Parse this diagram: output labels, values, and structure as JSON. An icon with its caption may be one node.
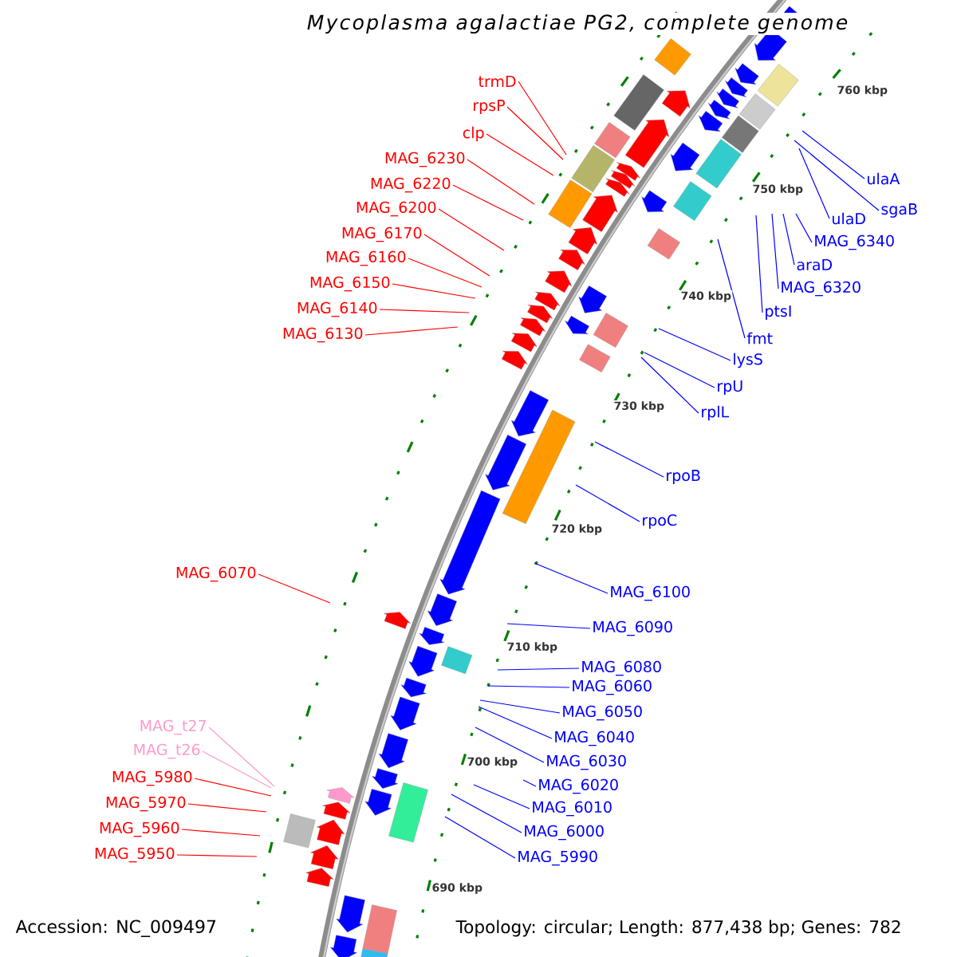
{
  "diagram": {
    "title": "Mycoplasma agalactiae PG2, complete genome",
    "nodes": [
      {
        "text": [
          "trmD"
        ]
      },
      {
        "text": [
          "rpsP"
        ]
      },
      {
        "text": [
          "clp"
        ]
      },
      {
        "text": [
          "MAG_6230"
        ]
      },
      {
        "text": [
          "MAG_6220"
        ]
      },
      {
        "text": [
          "MAG_6200"
        ]
      },
      {
        "text": [
          "MAG_6170"
        ]
      },
      {
        "text": [
          "MAG_6160"
        ]
      },
      {
        "text": [
          "MAG_6150"
        ]
      },
      {
        "text": [
          "MAG_6140"
        ]
      },
      {
        "text": [
          "MAG_6130"
        ]
      },
      {
        "text": [
          "MAG_6070"
        ]
      },
      {
        "text": [
          "MAG_t27"
        ]
      },
      {
        "text": [
          "MAG_t26"
        ]
      },
      {
        "text": [
          "MAG_5980"
        ]
      },
      {
        "text": [
          "MAG_5970"
        ]
      },
      {
        "text": [
          "MAG_5960"
        ]
      },
      {
        "text": [
          "MAG_5950"
        ]
      },
      {
        "text": [
          "ulaA"
        ]
      },
      {
        "text": [
          "sgaB"
        ]
      },
      {
        "text": [
          "ulaD"
        ]
      },
      {
        "text": [
          "MAG_6340"
        ]
      },
      {
        "text": [
          "araD"
        ]
      },
      {
        "text": [
          "MAG_6320"
        ]
      },
      {
        "text": [
          "ptsI"
        ]
      },
      {
        "text": [
          "fmt"
        ]
      },
      {
        "text": [
          "lysS"
        ]
      },
      {
        "text": [
          "rpU"
        ]
      },
      {
        "text": [
          "rplL"
        ]
      },
      {
        "text": [
          "rpoB"
        ]
      },
      {
        "text": [
          "rpoC"
        ]
      },
      {
        "text": [
          "MAG_6100"
        ]
      },
      {
        "text": [
          "MAG_6090"
        ]
      },
      {
        "text": [
          "MAG_6080"
        ]
      },
      {
        "text": [
          "MAG_6060"
        ]
      },
      {
        "text": [
          "MAG_6050"
        ]
      },
      {
        "text": [
          "MAG_6040"
        ]
      },
      {
        "text": [
          "MAG_6030"
        ]
      },
      {
        "text": [
          "MAG_6020"
        ]
      },
      {
        "text": [
          "MAG_6010"
        ]
      },
      {
        "text": [
          "MAG_6000"
        ]
      },
      {
        "text": [
          "MAG_5990"
        ]
      }
    ],
    "edges": [
      {
        "from": 0,
        "to": null,
        "arrow": "none",
        "color": "#ff0000"
      },
      {
        "from": 1,
        "to": null,
        "arrow": "none",
        "color": "#ff0000"
      },
      {
        "from": 2,
        "to": null,
        "arrow": "none",
        "color": "#ff0000"
      },
      {
        "from": 3,
        "to": null,
        "arrow": "none",
        "color": "#ff0000"
      },
      {
        "from": 4,
        "to": null,
        "arrow": "none",
        "color": "#ff0000"
      },
      {
        "from": 5,
        "to": null,
        "arrow": "none",
        "color": "#ff0000"
      },
      {
        "from": 6,
        "to": null,
        "arrow": "none",
        "color": "#ff0000"
      },
      {
        "from": 7,
        "to": null,
        "arrow": "none",
        "color": "#ff0000"
      },
      {
        "from": 8,
        "to": null,
        "arrow": "none",
        "color": "#ff0000"
      },
      {
        "from": 9,
        "to": null,
        "arrow": "none",
        "color": "#ff0000"
      },
      {
        "from": 10,
        "to": null,
        "arrow": "none",
        "color": "#ff0000"
      },
      {
        "from": 11,
        "to": null,
        "arrow": "none",
        "color": "#ff0000"
      },
      {
        "from": 12,
        "to": null,
        "arrow": "none",
        "color": "#ff99cc"
      },
      {
        "from": 13,
        "to": null,
        "arrow": "none",
        "color": "#ff99cc"
      },
      {
        "from": 14,
        "to": null,
        "arrow": "none",
        "color": "#ff0000"
      },
      {
        "from": 15,
        "to": null,
        "arrow": "none",
        "color": "#ff0000"
      },
      {
        "from": 16,
        "to": null,
        "arrow": "none",
        "color": "#ff0000"
      },
      {
        "from": 17,
        "to": null,
        "arrow": "none",
        "color": "#ff0000"
      },
      {
        "from": 18,
        "to": null,
        "arrow": "none"
      },
      {
        "from": 19,
        "to": null,
        "arrow": "none"
      },
      {
        "from": 20,
        "to": null,
        "arrow": "none"
      },
      {
        "from": 21,
        "to": null,
        "arrow": "none"
      },
      {
        "from": 22,
        "to": null,
        "arrow": "none"
      },
      {
        "from": 23,
        "to": null,
        "arrow": "none"
      },
      {
        "from": 24,
        "to": null,
        "arrow": "none"
      },
      {
        "from": 25,
        "to": null,
        "arrow": "none"
      },
      {
        "from": 26,
        "to": null,
        "arrow": "none"
      },
      {
        "from": 27,
        "to": null,
        "arrow": "none"
      },
      {
        "from": 28,
        "to": null,
        "arrow": "none"
      },
      {
        "from": 29,
        "to": null,
        "arrow": "none"
      },
      {
        "from": 30,
        "to": null,
        "arrow": "none"
      },
      {
        "from": 31,
        "to": null,
        "arrow": "none"
      },
      {
        "from": 32,
        "to": null,
        "arrow": "none"
      },
      {
        "from": 33,
        "to": null,
        "arrow": "none"
      },
      {
        "from": 34,
        "to": null,
        "arrow": "none"
      },
      {
        "from": 35,
        "to": null,
        "arrow": "none"
      },
      {
        "from": 36,
        "to": null,
        "arrow": "none"
      },
      {
        "from": 37,
        "to": null,
        "arrow": "none"
      },
      {
        "from": 38,
        "to": null,
        "arrow": "none"
      },
      {
        "from": 39,
        "to": null,
        "arrow": "none"
      },
      {
        "from": 40,
        "to": null,
        "arrow": "none"
      },
      {
        "from": 41,
        "to": null,
        "arrow": "none"
      }
    ],
    "labels": [
      "760 kbp",
      "750 kbp",
      "740 kbp",
      "730 kbp",
      "720 kbp",
      "710 kbp",
      "700 kbp",
      "690 kbp",
      "Accession: NC_009497",
      "Topology: circular; Length: 877,438 bp; Genes: 782"
    ]
  }
}
